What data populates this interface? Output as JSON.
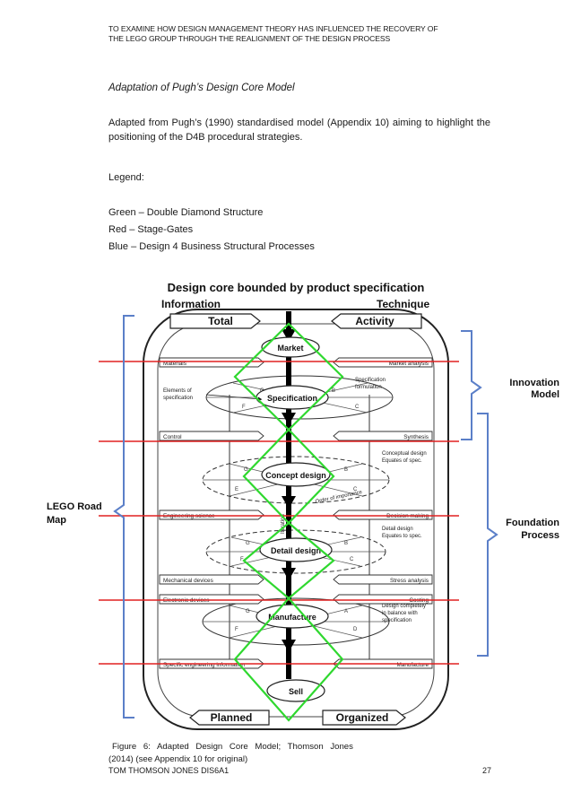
{
  "header": {
    "line1": "TO EXAMINE HOW DESIGN MANAGEMENT THEORY HAS INFLUENCED THE RECOVERY OF",
    "line2": "THE LEGO GROUP THROUGH THE REALIGNMENT OF THE DESIGN PROCESS"
  },
  "subtitle": "Adaptation of Pugh’s Design Core Model",
  "paragraph": "Adapted from Pugh’s (1990) standardised model (Appendix 10) aiming to highlight the positioning of the D4B procedural strategies.",
  "legend": {
    "title": "Legend:",
    "items": [
      "Green – Double Diamond Structure",
      "Red – Stage-Gates",
      "Blue – Design 4 Business Structural Processes"
    ]
  },
  "diagram": {
    "title": "Design core bounded by product specification",
    "information": "Information",
    "technique": "Technique",
    "total": "Total",
    "activity": "Activity",
    "planned": "Planned",
    "organized": "Organized",
    "stages": [
      "Market",
      "Specification",
      "Concept design",
      "Detail design",
      "Manufacture",
      "Sell"
    ],
    "left_labels": [
      "Materials",
      "Control",
      "Engineering science",
      "Mechanical devices",
      "Electronic devices",
      "Specific engineering information"
    ],
    "right_labels": [
      "Market analysis",
      "Synthesis",
      "Decision making",
      "Stress analysis",
      "Costing",
      "Manufacture"
    ],
    "notes": {
      "elements": "Elements of specification",
      "spec_formulation": "Specification formulation",
      "conceptual": "Conceptual design Equates of spec.",
      "order": "Order of importance",
      "detail": "Detail design Equates to spec.",
      "balance": "Design completely in balance with specification",
      "iteration": "Iteration"
    },
    "annotations": {
      "lego_line1": "LEGO Road",
      "lego_line2": "Map",
      "innovation_line1": "Innovation",
      "innovation_line2": "Model",
      "foundation_line1": "Foundation",
      "foundation_line2": "Process"
    },
    "colors": {
      "green": "#2fd82f",
      "red": "#e02020",
      "blue": "#5b7fc8"
    }
  },
  "caption": {
    "line1": "Figure 6: Adapted Design Core Model; Thomson Jones",
    "line2": "(2014) (see Appendix 10 for original)"
  },
  "footer": {
    "left": "TOM THOMSON JONES DIS6A1",
    "page": "27"
  }
}
